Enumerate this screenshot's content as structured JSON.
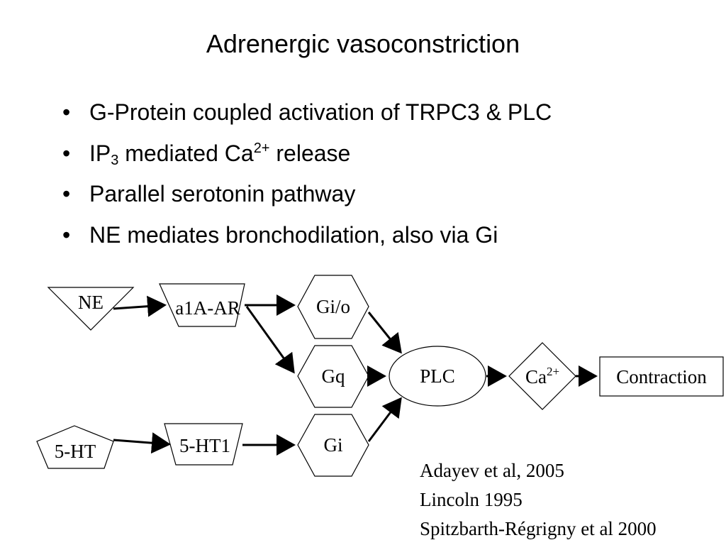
{
  "title": "Adrenergic vasoconstriction",
  "bullets": [
    {
      "parts": [
        {
          "t": "text",
          "v": "G-Protein coupled activation of TRPC3 & PLC"
        }
      ]
    },
    {
      "parts": [
        {
          "t": "text",
          "v": "IP"
        },
        {
          "t": "sub",
          "v": "3"
        },
        {
          "t": "text",
          "v": " mediated Ca"
        },
        {
          "t": "sup",
          "v": "2+"
        },
        {
          "t": "text",
          "v": " release"
        }
      ]
    },
    {
      "parts": [
        {
          "t": "text",
          "v": "Parallel serotonin pathway"
        }
      ]
    },
    {
      "parts": [
        {
          "t": "text",
          "v": "NE mediates bronchodilation, also via Gi"
        }
      ]
    }
  ],
  "bullet_symbol": "•",
  "diagram": {
    "nodes": {
      "ne": "NE",
      "a1a_ar": "a1A-AR",
      "gio": "Gi/o",
      "gq": "Gq",
      "gi": "Gi",
      "plc": "PLC",
      "ca_base": "Ca",
      "ca_sup": "2+",
      "contraction": "Contraction",
      "ht": "5-HT",
      "ht1": "5-HT1"
    }
  },
  "references": [
    "Adayev et al, 2005",
    "Lincoln 1995",
    "Spitzbarth-Régrigny et al 2000"
  ]
}
